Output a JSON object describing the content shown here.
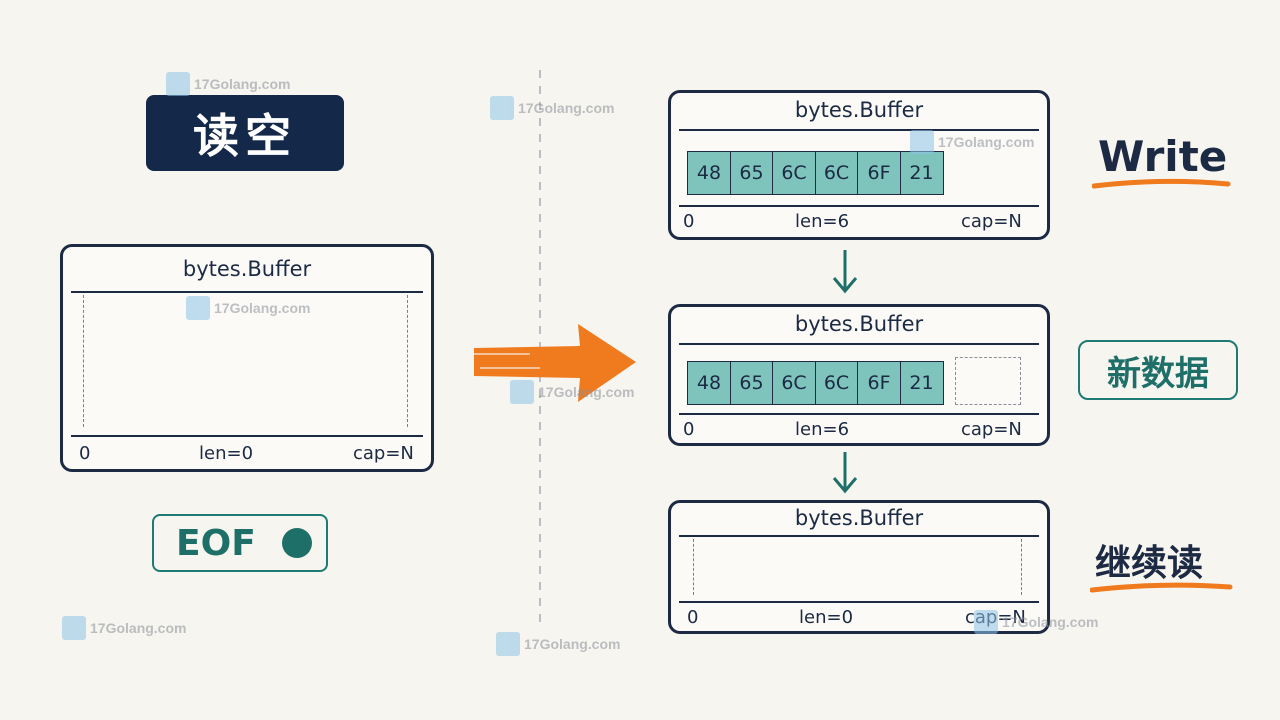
{
  "left": {
    "title": "读空",
    "buffer": {
      "name": "bytes.Buffer",
      "start": "0",
      "len": "len=0",
      "cap": "cap=N"
    },
    "eof_label": "EOF"
  },
  "right": {
    "buffers": [
      {
        "name": "bytes.Buffer",
        "cells": [
          "48",
          "65",
          "6C",
          "6C",
          "6F",
          "21"
        ],
        "start": "0",
        "len": "len=6",
        "cap": "cap=N"
      },
      {
        "name": "bytes.Buffer",
        "cells": [
          "48",
          "65",
          "6C",
          "6C",
          "6F",
          "21"
        ],
        "start": "0",
        "len": "len=6",
        "cap": "cap=N"
      },
      {
        "name": "bytes.Buffer",
        "cells": [],
        "start": "0",
        "len": "len=0",
        "cap": "cap=N"
      }
    ],
    "labels": {
      "write": "Write",
      "new_data": "新数据",
      "continue_read": "继续读"
    }
  },
  "watermark": {
    "text": "17Golang.com"
  },
  "colors": {
    "navy": "#14284a",
    "teal": "#1f7a73",
    "cell_fill": "#7fc3bd",
    "orange": "#f07a1e"
  }
}
